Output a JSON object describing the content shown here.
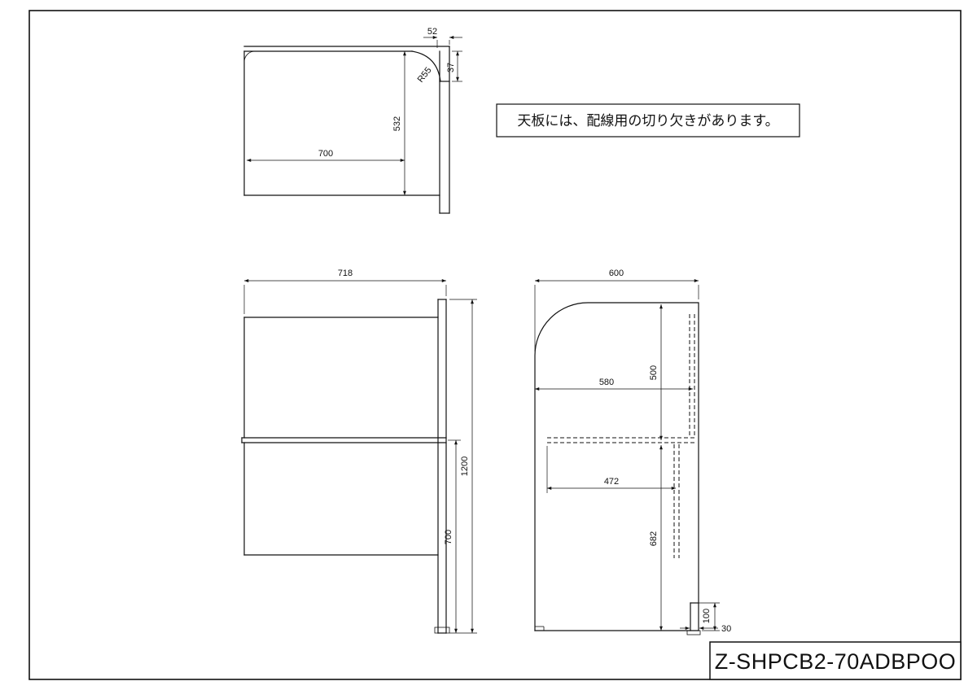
{
  "note": {
    "text": "天板には、配線用の切り欠きがあります。"
  },
  "title_block": {
    "model": "Z-SHPCB2-70ADBPOO"
  },
  "views": {
    "top": {
      "dims": {
        "cutout_width": "52",
        "cutout_depth": "37",
        "cutout_radius": "R55",
        "depth": "532",
        "width": "700"
      }
    },
    "front": {
      "dims": {
        "width": "718",
        "total_height": "1200",
        "desk_height": "700"
      }
    },
    "side": {
      "dims": {
        "depth": "600",
        "upper_height": "500",
        "top_depth": "580",
        "shelf_depth": "472",
        "lower_height": "682",
        "base_height": "100",
        "base_inset": "30"
      }
    }
  }
}
